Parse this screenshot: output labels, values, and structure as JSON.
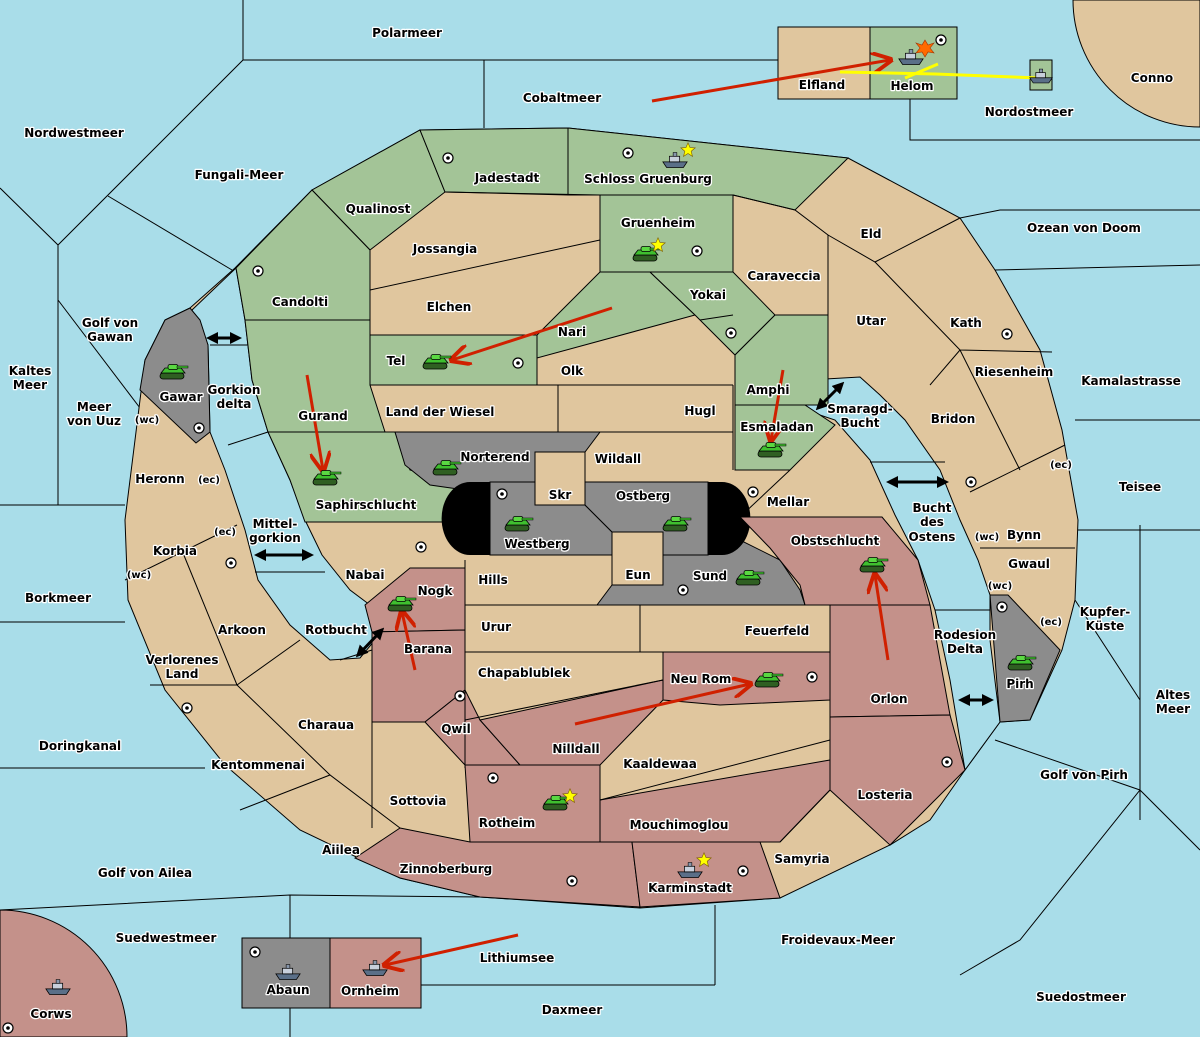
{
  "colors": {
    "sea": "#a9dde9",
    "neutral_land": "#e0c69e",
    "green_power": "#a3c497",
    "gray_power": "#8c8c8c",
    "red_power": "#c4918a",
    "move_arrow": "#d02000",
    "convoy_line": "#ffff00",
    "support_star": "#ffff00"
  },
  "unit_icons": {
    "army": "tank-icon",
    "fleet": "ship-icon",
    "star": "star-icon",
    "dislodged": "explosion-icon",
    "supply_center": "supply-center-icon"
  },
  "labels": {
    "polarmeer": "Polarmeer",
    "cobaltmeer": "Cobaltmeer",
    "nordwestmeer": "Nordwestmeer",
    "fungali": "Fungali-Meer",
    "elfland": "Elfland",
    "helom": "Helom",
    "nordostmeer": "Nordostmeer",
    "conno": "Conno",
    "jadestadt": "Jadestadt",
    "schloss": "Schloss Gruenburg",
    "qualinost": "Qualinost",
    "gruenheim": "Gruenheim",
    "eld": "Eld",
    "ozean": "Ozean von Doom",
    "jossangia": "Jossangia",
    "caraveccia": "Caraveccia",
    "candolti": "Candolti",
    "yokai": "Yokai",
    "elchen": "Elchen",
    "utar": "Utar",
    "kath": "Kath",
    "golf_gawan_1": "Golf von",
    "golf_gawan_2": "Gawan",
    "nari": "Nari",
    "tel": "Tel",
    "olk": "Olk",
    "kaltes_1": "Kaltes",
    "kaltes_2": "Meer",
    "riesenheim": "Riesenheim",
    "kamalastrasse": "Kamalastrasse",
    "amphi": "Amphi",
    "gorkion_1": "Gorkion",
    "gorkion_2": "delta",
    "gawar": "Gawar",
    "uuz_1": "Meer",
    "uuz_2": "von Uuz",
    "gurand": "Gurand",
    "wiesel": "Land der Wiesel",
    "hugl": "Hugl",
    "smaragd_1": "Smaragd-",
    "smaragd_2": "Bucht",
    "bridon": "Bridon",
    "esmaladan": "Esmaladan",
    "wildall": "Wildall",
    "norterend": "Norterend",
    "heronn": "Heronn",
    "teisee": "Teisee",
    "skr": "Skr",
    "ostberg": "Ostberg",
    "mellar": "Mellar",
    "saphirschlucht": "Saphirschlucht",
    "bucht_1": "Bucht",
    "bucht_2": "des",
    "bucht_3": "Ostens",
    "mittel_1": "Mittel-",
    "mittel_2": "gorkion",
    "westberg": "Westberg",
    "obstschlucht": "Obstschlucht",
    "bynn": "Bynn",
    "korbia": "Korbia",
    "gwaul": "Gwaul",
    "nabai": "Nabai",
    "eun": "Eun",
    "sund": "Sund",
    "hills": "Hills",
    "nogk": "Nogk",
    "borkmeer": "Borkmeer",
    "kupfer_1": "Kupfer-",
    "kupfer_2": "Küste",
    "urur": "Urur",
    "feuerfeld": "Feuerfeld",
    "arkoon": "Arkoon",
    "rotbucht": "Rotbucht",
    "rodesion_1": "Rodesion",
    "rodesion_2": "Delta",
    "barana": "Barana",
    "verlorenes_1": "Verlorenes",
    "verlorenes_2": "Land",
    "chapablublek": "Chapablublek",
    "neurom": "Neu Rom",
    "pirh": "Pirh",
    "altes_1": "Altes",
    "altes_2": "Meer",
    "orlon": "Orlon",
    "charaua": "Charaua",
    "qwil": "Qwil",
    "doringkanal": "Doringkanal",
    "nilldall": "Nilldall",
    "kaaldewaa": "Kaaldewaa",
    "kentommenai": "Kentommenai",
    "golf_pirh": "Golf von Pirh",
    "losteria": "Losteria",
    "sottovia": "Sottovia",
    "rotheim": "Rotheim",
    "mouchimoglou": "Mouchimoglou",
    "aiilea": "Aiilea",
    "samyria": "Samyria",
    "golf_ailea": "Golf von Ailea",
    "zinnoberburg": "Zinnoberburg",
    "karminstadt": "Karminstadt",
    "suedwestmeer": "Suedwestmeer",
    "froidevaux": "Froidevaux-Meer",
    "lithiumsee": "Lithiumsee",
    "abaun": "Abaun",
    "ornheim": "Ornheim",
    "suedostmeer": "Suedostmeer",
    "daxmeer": "Daxmeer",
    "corws": "Corws",
    "coast_wc": "(wc)",
    "coast_ec": "(ec)"
  }
}
